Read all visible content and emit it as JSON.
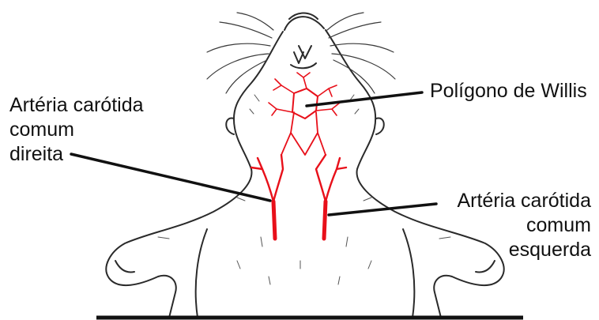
{
  "labels": {
    "right_common_carotid": [
      "Artéria carótida",
      "comum",
      "direita"
    ],
    "circle_of_willis": "Polígono de Willis",
    "left_common_carotid": [
      "Artéria carótida",
      "comum",
      "esquerda"
    ]
  },
  "colors": {
    "artery": "#e8101a",
    "outline": "#2a2a2a",
    "leader_line": "#111111",
    "background": "#ffffff"
  }
}
